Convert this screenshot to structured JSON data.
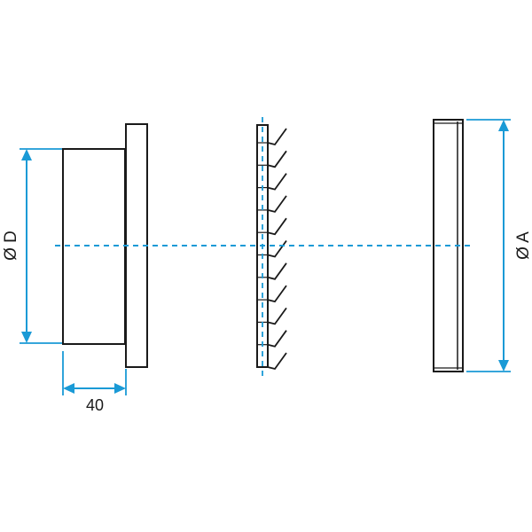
{
  "labels": {
    "diameter_d": "Ø D",
    "diameter_a": "Ø A",
    "depth": "40"
  },
  "colors": {
    "outline": "#1a1a1a",
    "dimension": "#1a9ad6",
    "background": "#ffffff"
  },
  "louver": {
    "blade_count": 11
  }
}
